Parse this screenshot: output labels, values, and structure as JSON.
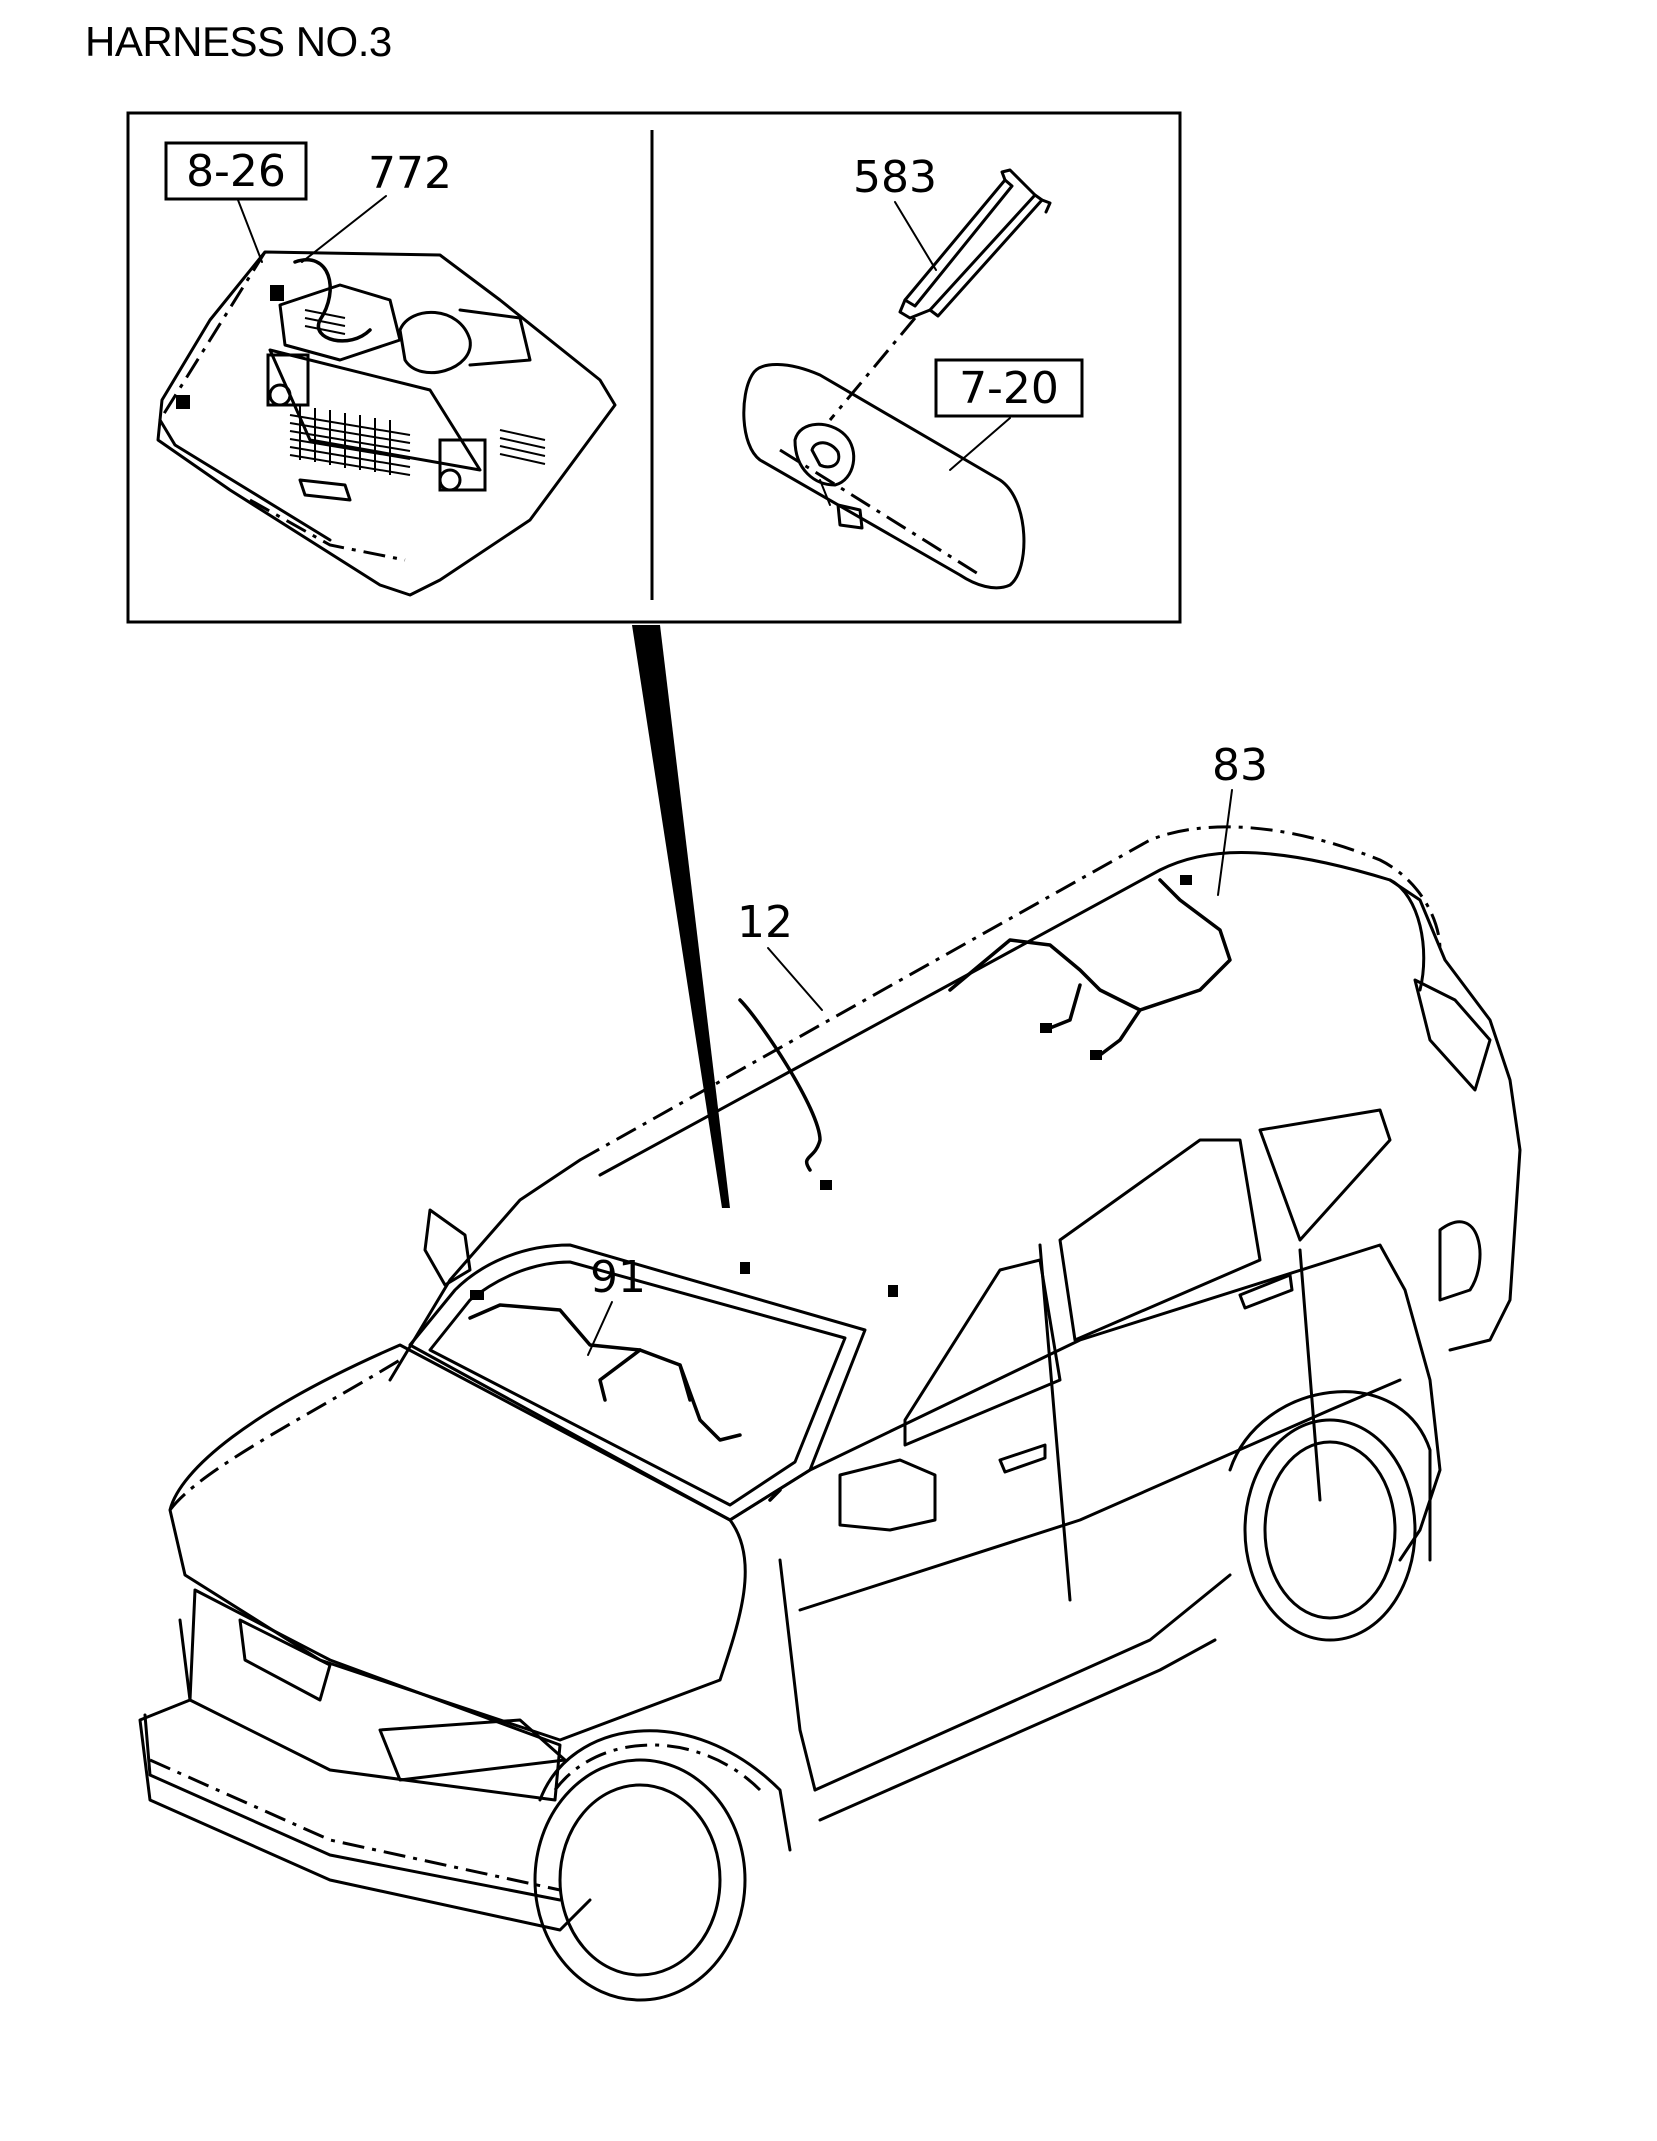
{
  "title": "HARNESS NO.3",
  "detail_box": {
    "left_panel": {
      "ref_box_label": "8-26",
      "callout": "772"
    },
    "right_panel": {
      "callout": "583",
      "ref_box_label": "7-20"
    }
  },
  "vehicle": {
    "callouts": [
      "83",
      "12",
      "91"
    ]
  }
}
